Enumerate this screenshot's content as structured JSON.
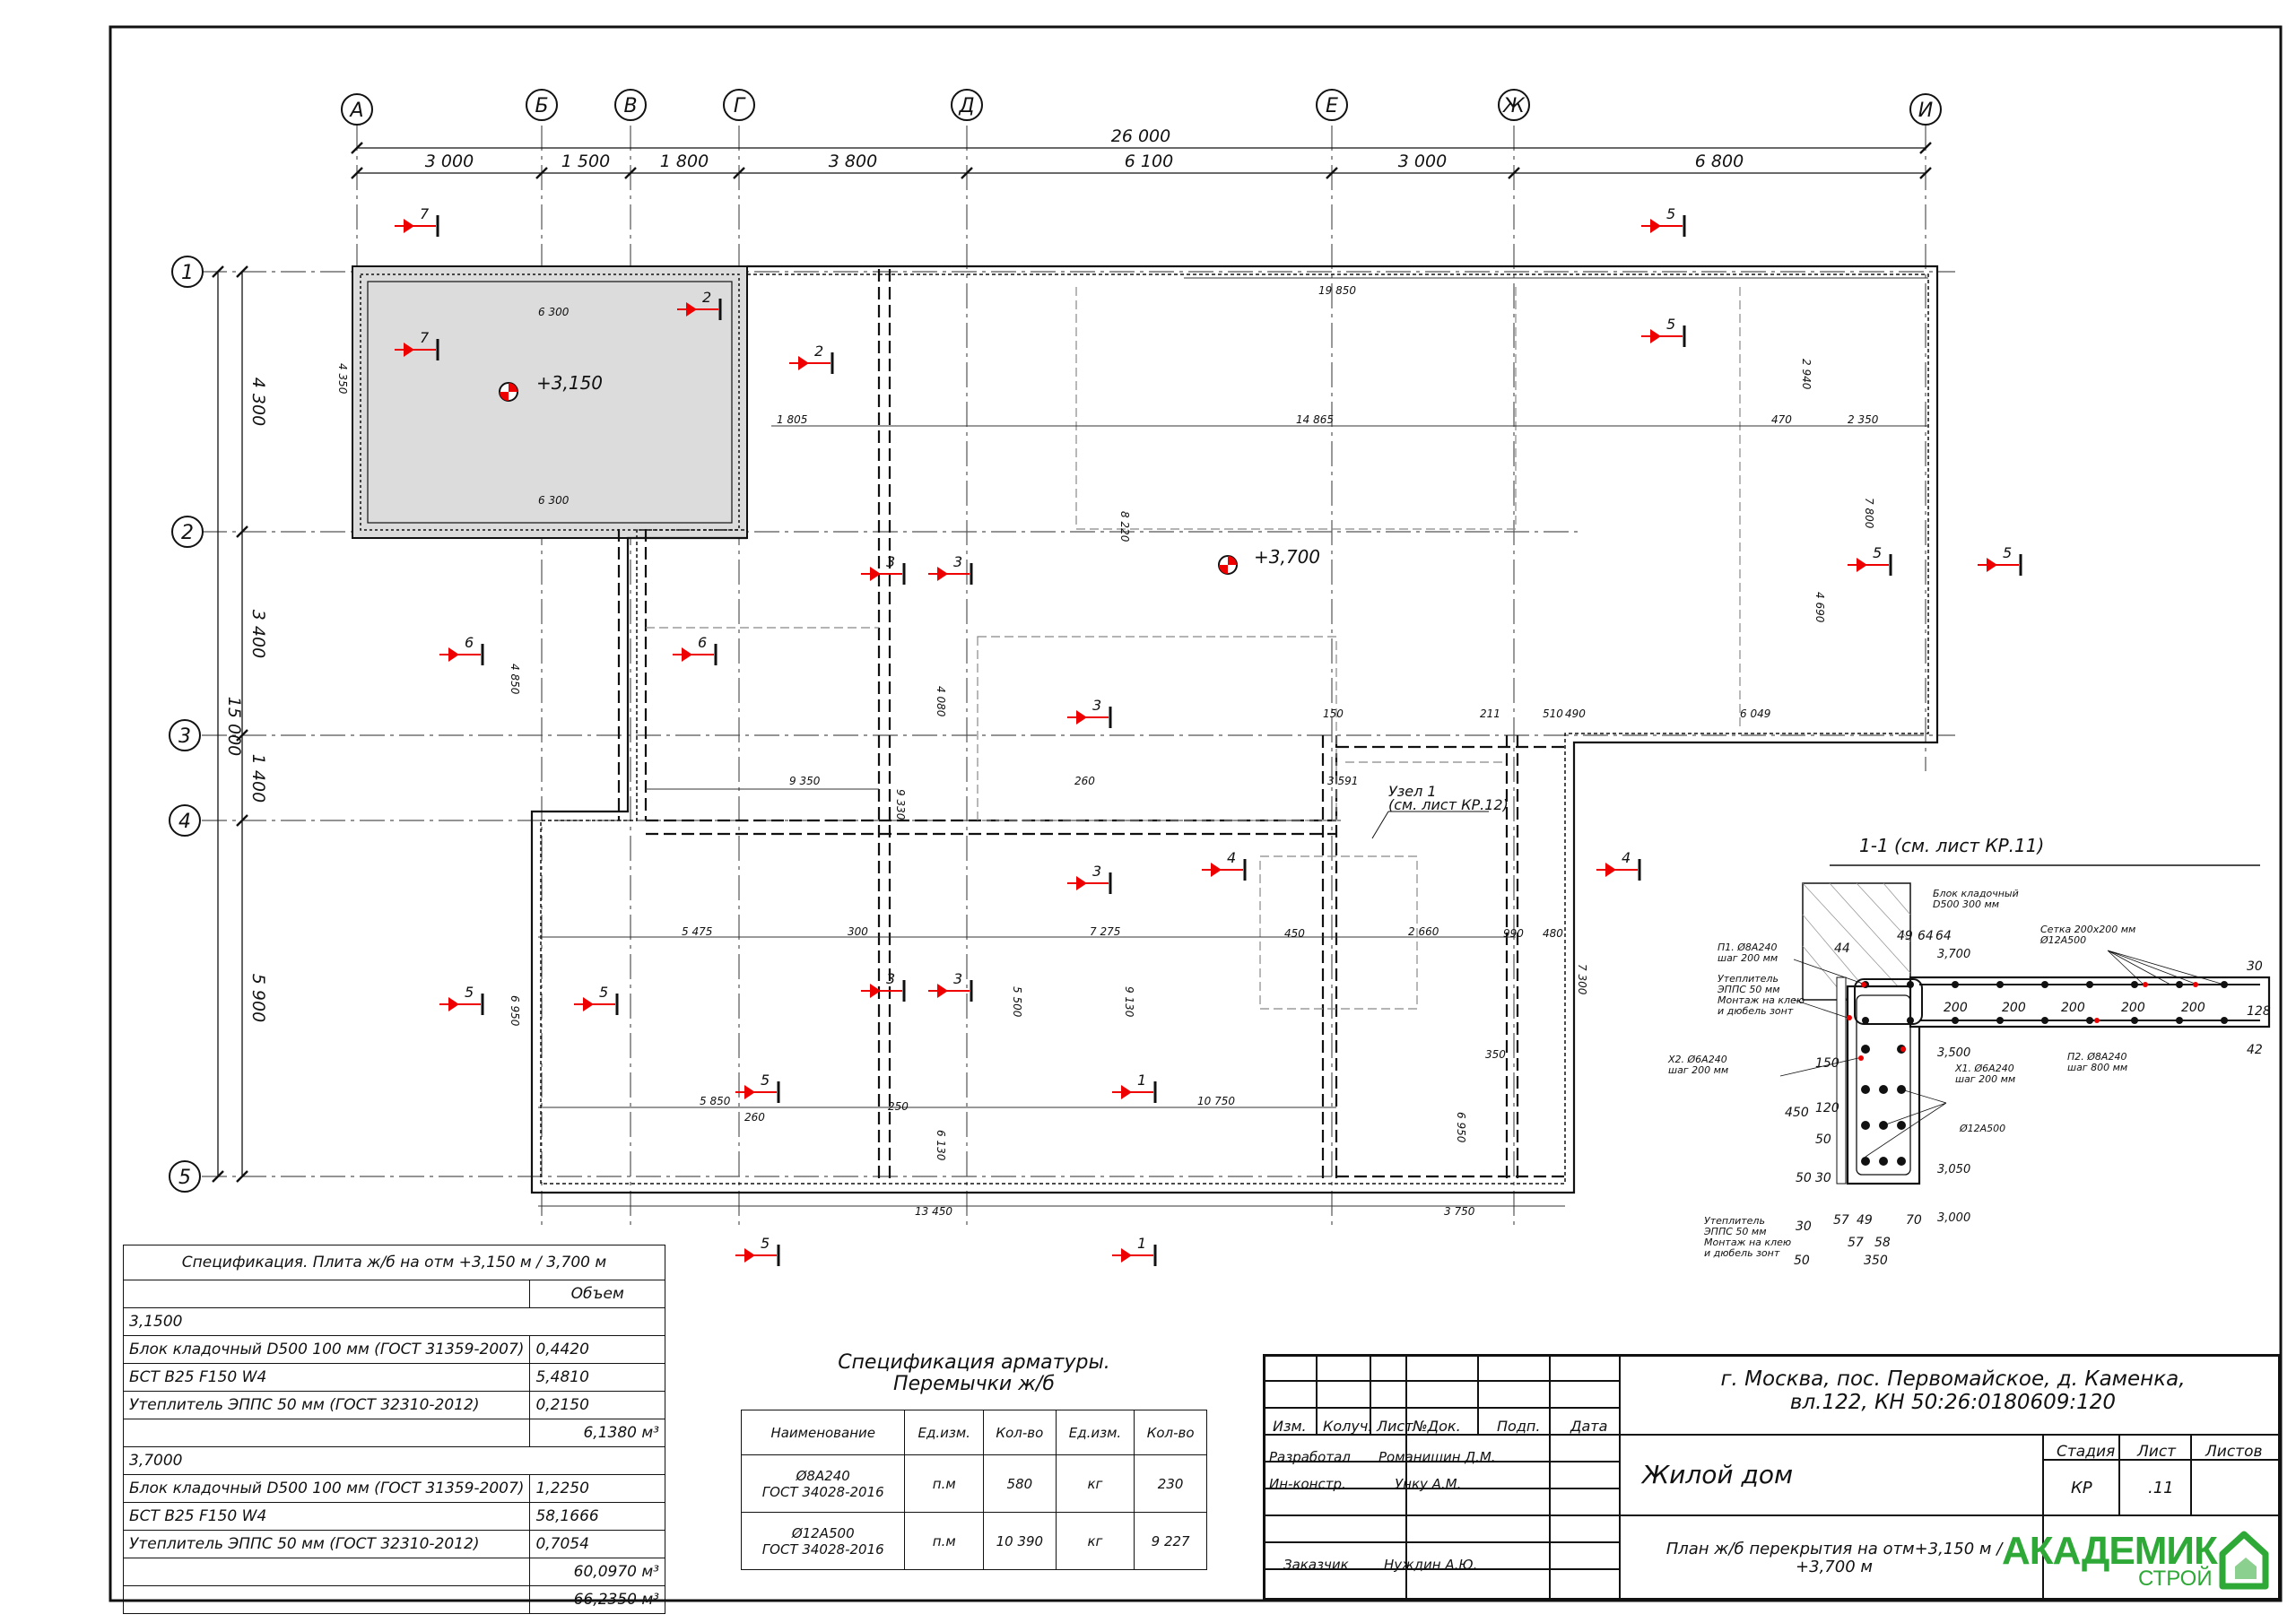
{
  "axes_letters": [
    "А",
    "Б",
    "В",
    "Г",
    "Д",
    "Е",
    "Ж",
    "И"
  ],
  "axes_numbers": [
    "1",
    "2",
    "3",
    "4",
    "5"
  ],
  "dims_top": {
    "total": "26 000",
    "spans": [
      "3 000",
      "1 500",
      "1 800",
      "3 800",
      "6 100",
      "3 000",
      "6 800"
    ]
  },
  "dims_left": {
    "spans": [
      "4 300",
      "3 400",
      "1 400",
      "5 900"
    ],
    "total": "15 000"
  },
  "levels": {
    "l1": "+3,150",
    "l2": "+3,700"
  },
  "plan_dims": [
    "6 300",
    "6 300",
    "19 850",
    "14 865",
    "1 805",
    "2 940",
    "2 350",
    "470",
    "6 049",
    "9 350",
    "5 475",
    "7 275",
    "2 660",
    "5 850",
    "10 750",
    "13 450",
    "3 750",
    "4 350",
    "4 850",
    "8 220",
    "4 080",
    "5 500",
    "9 130",
    "6 950",
    "7 800",
    "4 690",
    "7 300",
    "6 130",
    "6 950",
    "9 330",
    "3 591",
    "300",
    "260",
    "260",
    "250",
    "450",
    "350",
    "990",
    "480",
    "510",
    "490",
    "211",
    "150"
  ],
  "section_marks": [
    "7",
    "7",
    "5",
    "5",
    "2",
    "2",
    "3",
    "3",
    "3",
    "3",
    "3",
    "3",
    "4",
    "4",
    "5",
    "5",
    "5",
    "5",
    "6",
    "6",
    "5",
    "1",
    "5",
    "1"
  ],
  "node_note": {
    "line1": "Узел 1",
    "line2": "(см. лист КР.12)"
  },
  "section_view": {
    "title": "1-1 (см. лист КР.11)",
    "labels": [
      "Блок кладочный",
      "D500 300 мм",
      "Сетка 200х200 мм",
      "Ø12A500",
      "П1. Ø8A240",
      "шаг 200 мм",
      "Утеплитель",
      "ЭППС 50 мм",
      "Монтаж на клею",
      "и дюбель зонт",
      "Х2. Ø6A240",
      "шаг 200 мм",
      "Х1. Ø6A240",
      "шаг 200 мм",
      "П2. Ø8A240",
      "шаг 800 мм",
      "Ø12A500",
      "Утеплитель",
      "ЭППС 50 мм",
      "Монтаж на клею",
      "и дюбель зонт"
    ],
    "levels": [
      "3,700",
      "3,500",
      "3,050",
      "3,000"
    ],
    "dims": [
      "49",
      "64",
      "64",
      "44",
      "200",
      "200",
      "200",
      "200",
      "200",
      "30",
      "128",
      "42",
      "150",
      "450",
      "120",
      "50",
      "50",
      "30",
      "57",
      "49",
      "70",
      "30",
      "57",
      "58",
      "50",
      "350"
    ]
  },
  "spec_slab": {
    "title": "Спецификация. Плита ж/б на отм +3,150 м / 3,700 м",
    "col_header": "Объем",
    "groups": [
      {
        "name": "3,1500",
        "rows": [
          {
            "name": "Блок кладочный D500 100 мм (ГОСТ 31359-2007)",
            "value": "0,4420"
          },
          {
            "name": "БСТ В25 F150 W4",
            "value": "5,4810"
          },
          {
            "name": "Утеплитель ЭППС 50 мм (ГОСТ 32310-2012)",
            "value": "0,2150"
          }
        ],
        "total": "6,1380 м³"
      },
      {
        "name": "3,7000",
        "rows": [
          {
            "name": "Блок кладочный D500 100 мм (ГОСТ 31359-2007)",
            "value": "1,2250"
          },
          {
            "name": "БСТ В25 F150 W4",
            "value": "58,1666"
          },
          {
            "name": "Утеплитель ЭППС 50 мм (ГОСТ 32310-2012)",
            "value": "0,7054"
          }
        ],
        "total": "60,0970 м³"
      }
    ],
    "grand_total": "66,2350 м³"
  },
  "spec_rebar": {
    "title1": "Спецификация арматуры.",
    "title2": "Перемычки ж/б",
    "headers": [
      "Наименование",
      "Ед.изм.",
      "Кол-во",
      "Ед.изм.",
      "Кол-во"
    ],
    "rows": [
      {
        "name1": "Ø8A240",
        "name2": "ГОСТ 34028-2016",
        "u1": "п.м",
        "q1": "580",
        "u2": "кг",
        "q2": "230"
      },
      {
        "name1": "Ø12A500",
        "name2": "ГОСТ 34028-2016",
        "u1": "п.м",
        "q1": "10 390",
        "u2": "кг",
        "q2": "9 227"
      }
    ]
  },
  "title_block": {
    "address1": "г. Москва, пос. Первомайское, д. Каменка,",
    "address2": "вл.122, КН 50:26:0180609:120",
    "col_headers": [
      "Изм.",
      "Колуч.",
      "Лист",
      "№Док.",
      "Подп.",
      "Дата"
    ],
    "object": "Жилой дом",
    "stage_h": "Стадия",
    "sheet_h": "Лист",
    "sheets_h": "Листов",
    "stage": "КР",
    "sheet": ".11",
    "sheets": "",
    "roles": [
      {
        "role": "Разработал",
        "name": "Романишин Д.М."
      },
      {
        "role": "Ин-констр.",
        "name": "Унку А.М."
      },
      {
        "role": "",
        "name": ""
      },
      {
        "role": "Заказчик",
        "name": "Нуждин А.Ю."
      }
    ],
    "drawing1": "План ж/б перекрытия на отм+3,150 м /",
    "drawing2": "+3,700 м",
    "logo_main": "АКАДЕМИК",
    "logo_sub": "СТРОЙ",
    "logo_color": "#2ea836"
  }
}
